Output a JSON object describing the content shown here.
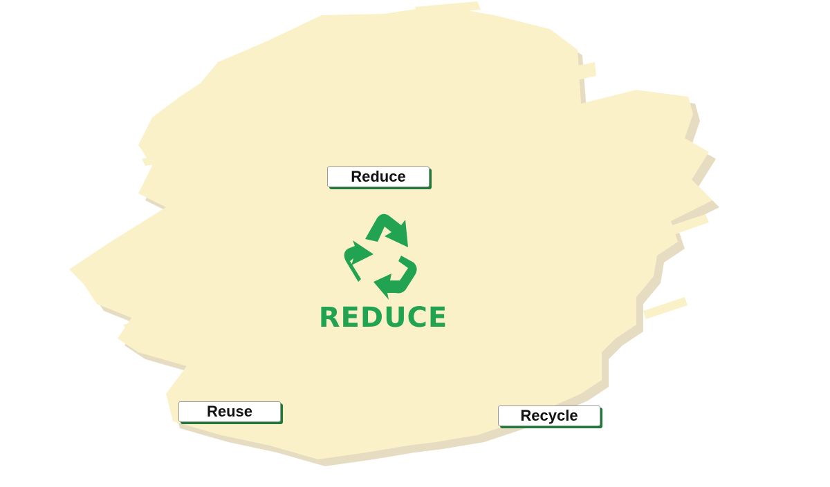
{
  "colors": {
    "background": "#ffffff",
    "splash": "#fbf1c8",
    "splash_shadow": "#e4dcc0",
    "accent_green": "#22a352",
    "button_shadow": "#1f7a3a"
  },
  "center": {
    "icon": "recycle-icon",
    "caption": "REDUCE"
  },
  "buttons": {
    "reduce": "Reduce",
    "reuse": "Reuse",
    "recycle": "Recycle"
  }
}
